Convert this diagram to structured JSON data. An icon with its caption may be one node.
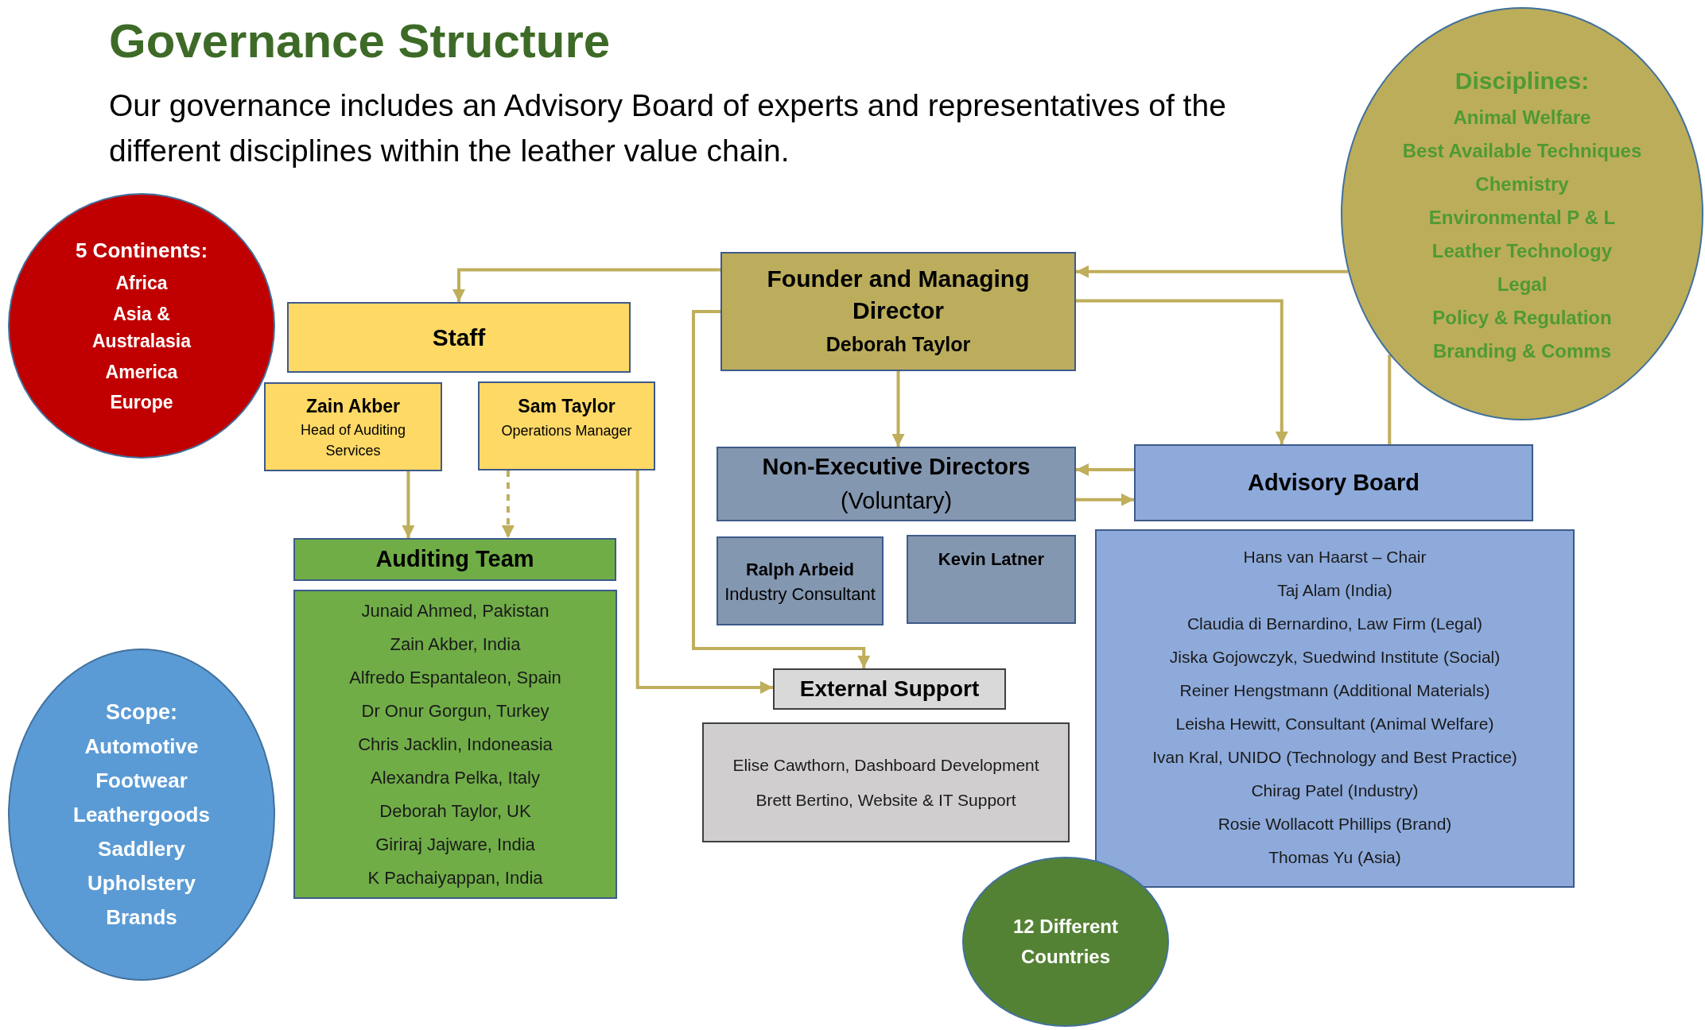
{
  "diagram": {
    "title": "Governance Structure",
    "nodes": [
      {
        "text": [
          "5 Continents:",
          "Africa",
          "Asia & Australasia",
          "America",
          "Europe"
        ]
      },
      {
        "text": [
          "Scope:",
          "Automotive",
          "Footwear",
          "Leathergoods",
          "Saddlery",
          "Upholstery",
          "Brands"
        ]
      },
      {
        "text": [
          "Disciplines:",
          "Animal Welfare",
          "Best Available Techniques",
          "Chemistry",
          "Environmental P & L",
          "Leather Technology",
          "Legal",
          "Policy & Regulation",
          "Branding & Comms"
        ]
      },
      {
        "text": [
          "Founder and Managing Director",
          "Deborah Taylor"
        ]
      },
      {
        "text": [
          "Staff"
        ]
      },
      {
        "text": [
          "Zain Akber",
          "Head of Auditing Services"
        ]
      },
      {
        "text": [
          "Sam Taylor",
          "Operations Manager"
        ]
      },
      {
        "text": [
          "Auditing Team"
        ]
      },
      {
        "text": [
          "Junaid Ahmed, Pakistan",
          "Zain Akber, India",
          "Alfredo Espantaleon, Spain",
          "Dr Onur Gorgun, Turkey",
          "Chris Jacklin, Indoneasia",
          "Alexandra Pelka, Italy",
          "Deborah Taylor, UK",
          "Giriraj Jajware, India",
          "K Pachaiyappan, India"
        ]
      },
      {
        "text": [
          "Non-Executive Directors",
          "(Voluntary)"
        ]
      },
      {
        "text": [
          "Ralph Arbeid",
          "Industry Consultant"
        ]
      },
      {
        "text": [
          "Kevin Latner"
        ]
      },
      {
        "text": [
          "Advisory Board"
        ]
      },
      {
        "text": [
          "Hans van Haarst – Chair",
          "Taj Alam (India)",
          "Claudia di Bernardino, Law Firm (Legal)",
          "Jiska Gojowczyk, Suedwind Institute (Social)",
          "Reiner Hengstmann (Additional Materials)",
          "Leisha Hewitt, Consultant (Animal Welfare)",
          "Ivan Kral, UNIDO (Technology and Best Practice)",
          "Chirag Patel (Industry)",
          "Rosie Wollacott Phillips (Brand)",
          "Thomas Yu (Asia)"
        ]
      },
      {
        "text": [
          "External Support"
        ]
      },
      {
        "text": [
          "Elise Cawthorn, Dashboard Development",
          "Brett Bertino, Website & IT Support"
        ]
      },
      {
        "text": [
          "12 Different Countries"
        ]
      }
    ],
    "edges": [
      {
        "from": 3,
        "to": 4,
        "arrow": "to"
      },
      {
        "from": 3,
        "to": 9,
        "arrow": "to"
      },
      {
        "from": 3,
        "to": 14,
        "arrow": "to"
      },
      {
        "from": 3,
        "to": 12,
        "arrow": "to"
      },
      {
        "from": 2,
        "to": 3,
        "arrow": "to"
      },
      {
        "from": 12,
        "to": 2,
        "arrow": "none"
      },
      {
        "from": 5,
        "to": 7,
        "arrow": "to"
      },
      {
        "from": 6,
        "to": 7,
        "arrow": "to",
        "style": "dashed"
      },
      {
        "from": 6,
        "to": 14,
        "arrow": "to"
      },
      {
        "from": 12,
        "to": 9,
        "arrow": "to"
      },
      {
        "from": 9,
        "to": 12,
        "arrow": "to"
      }
    ],
    "labels": [
      "Our governance includes an Advisory Board of experts and representatives of the different disciplines within the leather value chain."
    ]
  }
}
